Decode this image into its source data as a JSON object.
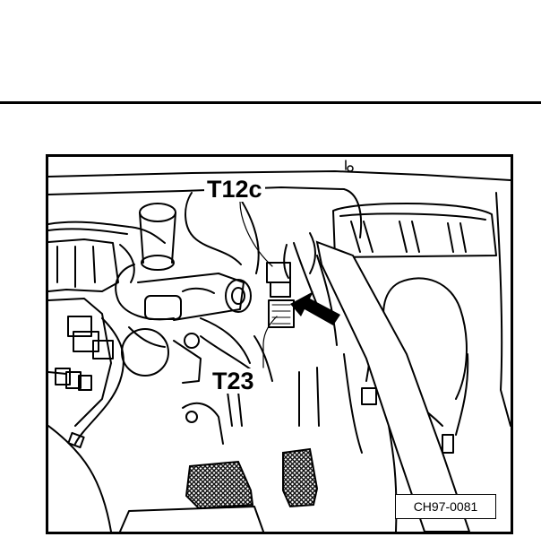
{
  "figure": {
    "callouts": {
      "top_connector": "T12c",
      "bottom_connector": "T23"
    },
    "figure_code": "CH97-0081"
  },
  "colors": {
    "ink": "#000000",
    "paper": "#ffffff",
    "mesh": "#1a1a1a"
  }
}
